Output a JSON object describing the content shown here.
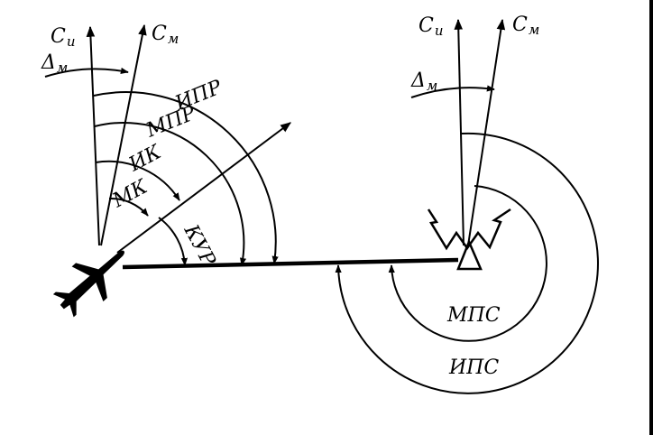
{
  "figure": {
    "labels": {
      "true_north": "С",
      "true_north_sub": "и",
      "magnetic_north": "С",
      "magnetic_north_sub": "м",
      "declination": "Δ",
      "declination_sub": "м",
      "true_track_angle": "ИПР",
      "magnetic_track_angle": "МПР",
      "true_heading": "ИК",
      "magnetic_heading": "МК",
      "relative_bearing": "КУР",
      "magnetic_station_bearing": "МПС",
      "true_station_bearing": "ИПС"
    },
    "colors": {
      "ink": "#000000",
      "paper": "#ffffff"
    },
    "icons": [
      "aircraft-icon",
      "radio-station-icon"
    ]
  }
}
